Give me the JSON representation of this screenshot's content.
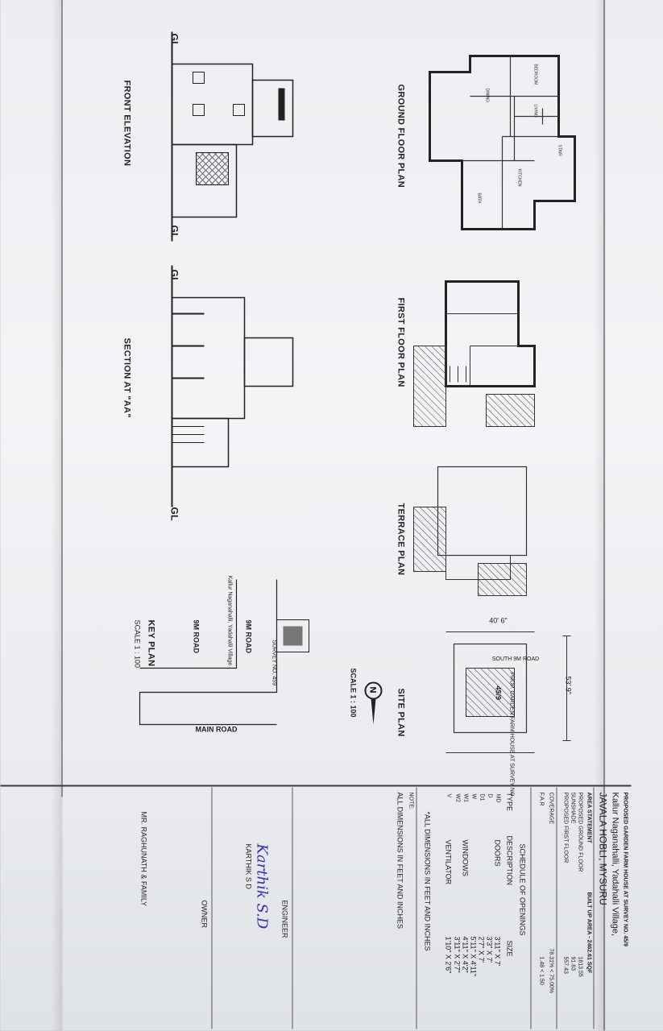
{
  "labels": {
    "ground_floor_plan": "GROUND FLOOR PLAN",
    "first_floor_plan": "FIRST FLOOR PLAN",
    "terrace_plan": "TERRACE PLAN",
    "site_plan": "SITE PLAN",
    "front_elevation": "FRONT ELEVATION",
    "section_aa": "SECTION AT \"AA\"",
    "key_plan": "KEY PLAN",
    "key_plan_scale": "SCALE 1 : 100",
    "site_scale": "SCALE 1 : 100",
    "gl": "GL"
  },
  "site_plan": {
    "dim_width": "53' 9\"",
    "dim_depth": "40' 6\"",
    "road": "SOUTH 9M ROAD",
    "plot_text": "PROP. GARDEN FARM HOUSE AT SURVEY NO",
    "survey_no": "45/9"
  },
  "key_plan": {
    "road_top": "9M ROAD",
    "road_bottom": "9M ROAD",
    "main_road": "MAIN ROAD",
    "survey_label": "SURVEY NO. 459",
    "village_note": "Kallur Naganahalli, Yadahalli Village."
  },
  "title_block": {
    "project_line1": "PROPOSED GARDEN FARM HOUSE AT SURVEY NO. 45/9",
    "project_line2": "Kallur Naganahalli, Yadahalli Village,",
    "project_line3": "JAVALA HOBLI, MYSURU",
    "area_statement": "AREA STATEMENT",
    "built_up_area": "BUILT UP AREA - 2462.61 SQF",
    "area_rows": [
      {
        "label": "PROPOSED GROUND FLOOR",
        "value": "1813.55"
      },
      {
        "label": "SUNSHADE",
        "value": "91.63"
      },
      {
        "label": "PROPOSED FIRST FLOOR",
        "value": "557.43"
      }
    ],
    "coverage_label": "COVERAGE",
    "coverage_value": "78.31% < 75.00%",
    "far_label": "F.A.R",
    "far_value": "1.48 < 1.50",
    "schedule_title": "SCHEDULE OF OPENINGS",
    "schedule_headers": [
      "TYPE",
      "DESCRIPTION",
      "SIZE"
    ],
    "schedule_rows": [
      {
        "type": "MD",
        "desc": "DOORS",
        "size": "3'11\" X 7'"
      },
      {
        "type": "D",
        "desc": "",
        "size": "3'3\" X 7'"
      },
      {
        "type": "D1",
        "desc": "",
        "size": "2'7\" X 7'"
      },
      {
        "type": "W",
        "desc": "WINDOWS",
        "size": "5'11\" X 4'11\""
      },
      {
        "type": "W1",
        "desc": "",
        "size": "4'11\" X 4'2\""
      },
      {
        "type": "W2",
        "desc": "",
        "size": "3'11\" X 2'7\""
      },
      {
        "type": "V",
        "desc": "VENTILATOR",
        "size": "1'10\" X 2'6\""
      }
    ],
    "schedule_note": "*ALL DIMENSIONS IN FEET AND INCHES",
    "note_label": "NOTE:",
    "note_text": "ALL DIMENSIONS IN FEET AND INCHES",
    "engineer_label": "ENGINEER",
    "engineer_signature": "Karthik S.D",
    "engineer_name": "KARTHIK S D",
    "owner_label": "OWNER",
    "owner_name": "MR. RAGHUNATH & FAMILY"
  }
}
